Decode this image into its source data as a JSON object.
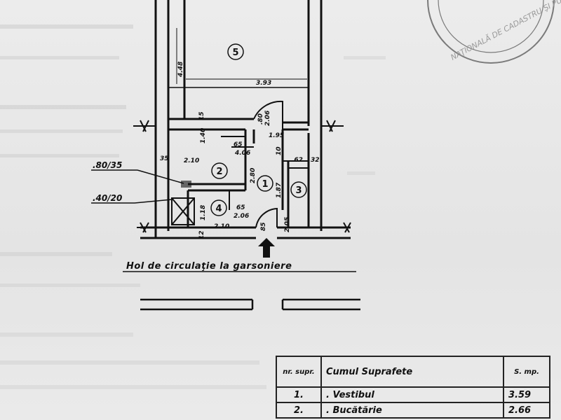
{
  "plan": {
    "rooms": [
      {
        "id": "room-5",
        "number": "5"
      },
      {
        "id": "room-1",
        "number": "1"
      },
      {
        "id": "room-2",
        "number": "2"
      },
      {
        "id": "room-3",
        "number": "3"
      },
      {
        "id": "room-4",
        "number": "4"
      }
    ],
    "dimensions": {
      "d_448": "4.48",
      "d_393": "3.93",
      "d_80": ".80",
      "d_206a": "2.06",
      "d_140": "1.40",
      "d_15": "15",
      "d_195": "1.95",
      "d_65a": "65",
      "d_406": "4.06",
      "d_10": "10",
      "d_62": ".62",
      "d_32": "32",
      "d_35": "35",
      "d_210a": "2.10",
      "d_280": "2.80",
      "d_187": "1.87",
      "d_65b": "65",
      "d_206b": "2.06",
      "d_85": "85",
      "d_205": "2.05",
      "d_210b": "2.10",
      "d_12": "12",
      "d_118": "1.18"
    },
    "callouts": {
      "c1": ".80/35",
      "c2": ".40/20"
    },
    "caption": "Hol de circulaţie la garsoniere",
    "stamp_text": "NAŢIONALĂ DE CADASTRU ŞI PUBLICITATE"
  },
  "table": {
    "headers": {
      "nr": "nr. supr.",
      "name": "Cumul Suprafete",
      "area": "S. mp."
    },
    "rows": [
      {
        "nr": "1.",
        "name": ". Vestibul",
        "area": "3.59"
      },
      {
        "nr": "2.",
        "name": ". Bucătărie",
        "area": "2.66"
      }
    ]
  }
}
